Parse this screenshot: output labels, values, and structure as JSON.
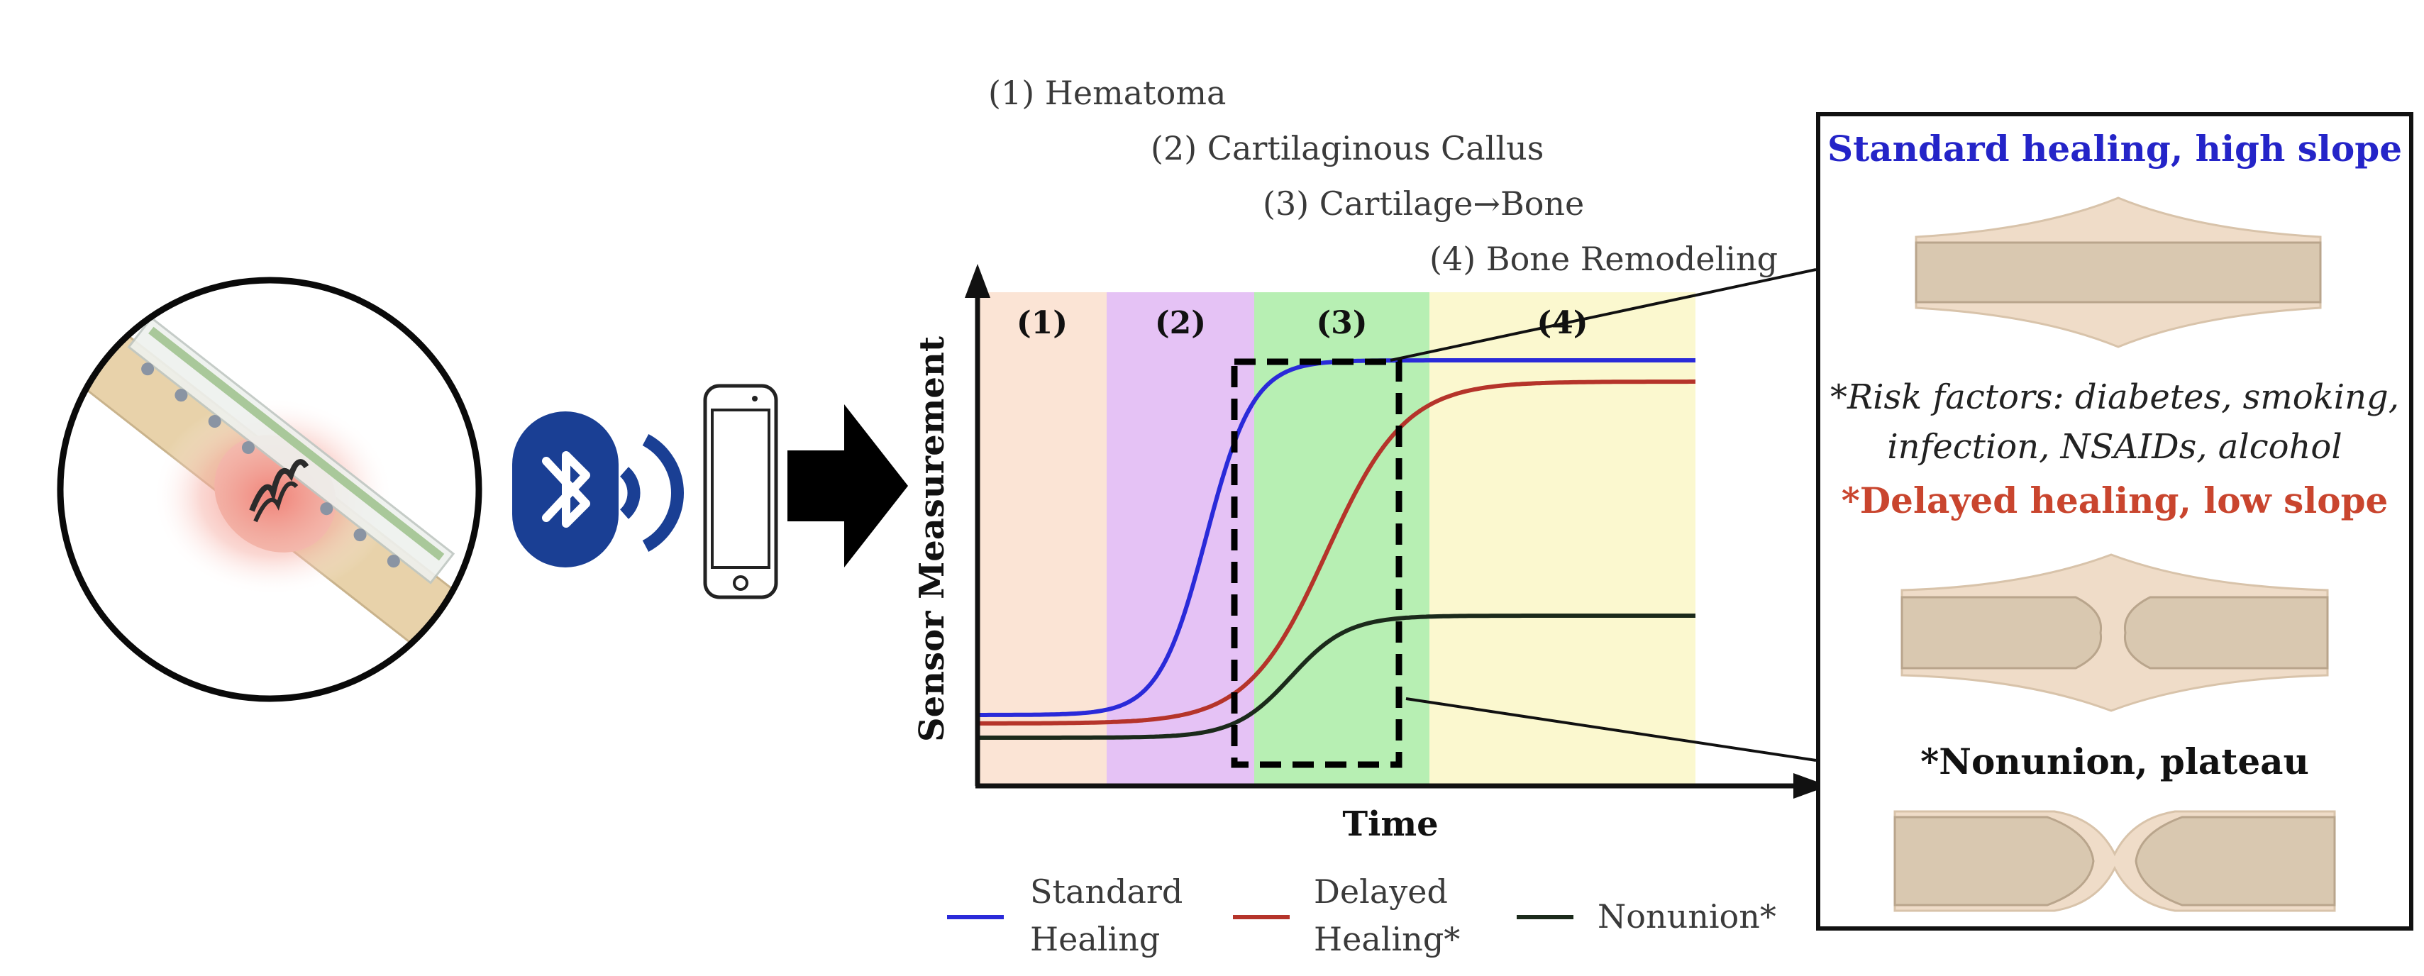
{
  "phases": [
    "(1) Hematoma",
    "(2) Cartilaginous Callus",
    "(3) Cartilage→Bone",
    "(4) Bone Remodeling"
  ],
  "chart_data": {
    "type": "line",
    "xlabel": "Time",
    "ylabel": "Sensor Measurement",
    "region_labels": [
      "(1)",
      "(2)",
      "(3)",
      "(4)"
    ],
    "region_colors": [
      "#fbe4d5",
      "#e5c2f5",
      "#b7efb3",
      "#fbf8cf"
    ],
    "series": [
      {
        "name": "Standard Healing",
        "color": "#2a2ad9",
        "trend": "sigmoid",
        "relative_start": 0.15,
        "relative_plateau": 0.87
      },
      {
        "name": "Delayed Healing*",
        "color": "#b5342a",
        "trend": "sigmoid",
        "relative_start": 0.12,
        "relative_plateau": 0.82
      },
      {
        "name": "Nonunion*",
        "color": "#1b2a1b",
        "trend": "sigmoid",
        "relative_start": 0.1,
        "relative_plateau": 0.35
      }
    ],
    "grid": false
  },
  "legend": {
    "standard": [
      "Standard",
      "Healing"
    ],
    "delayed": [
      "Delayed",
      "Healing*"
    ],
    "nonunion": "Nonunion*"
  },
  "panel": {
    "standard_title": "Standard healing, high slope",
    "risk_line1": "*Risk factors: diabetes, smoking,",
    "risk_line2": "infection, NSAIDs, alcohol",
    "delayed_title": "*Delayed healing, low slope",
    "nonunion_title": "*Nonunion, plateau"
  },
  "colors": {
    "blue_title": "#2424c8",
    "red_title": "#c9452e",
    "bluetooth": "#1a3f94",
    "bone": "#d9c8b0",
    "bone_light": "#efdcc8"
  },
  "icons": [
    "sensor-implant-illustration",
    "bluetooth-icon",
    "signal-waves-icon",
    "smartphone-icon",
    "arrow-right-icon"
  ]
}
